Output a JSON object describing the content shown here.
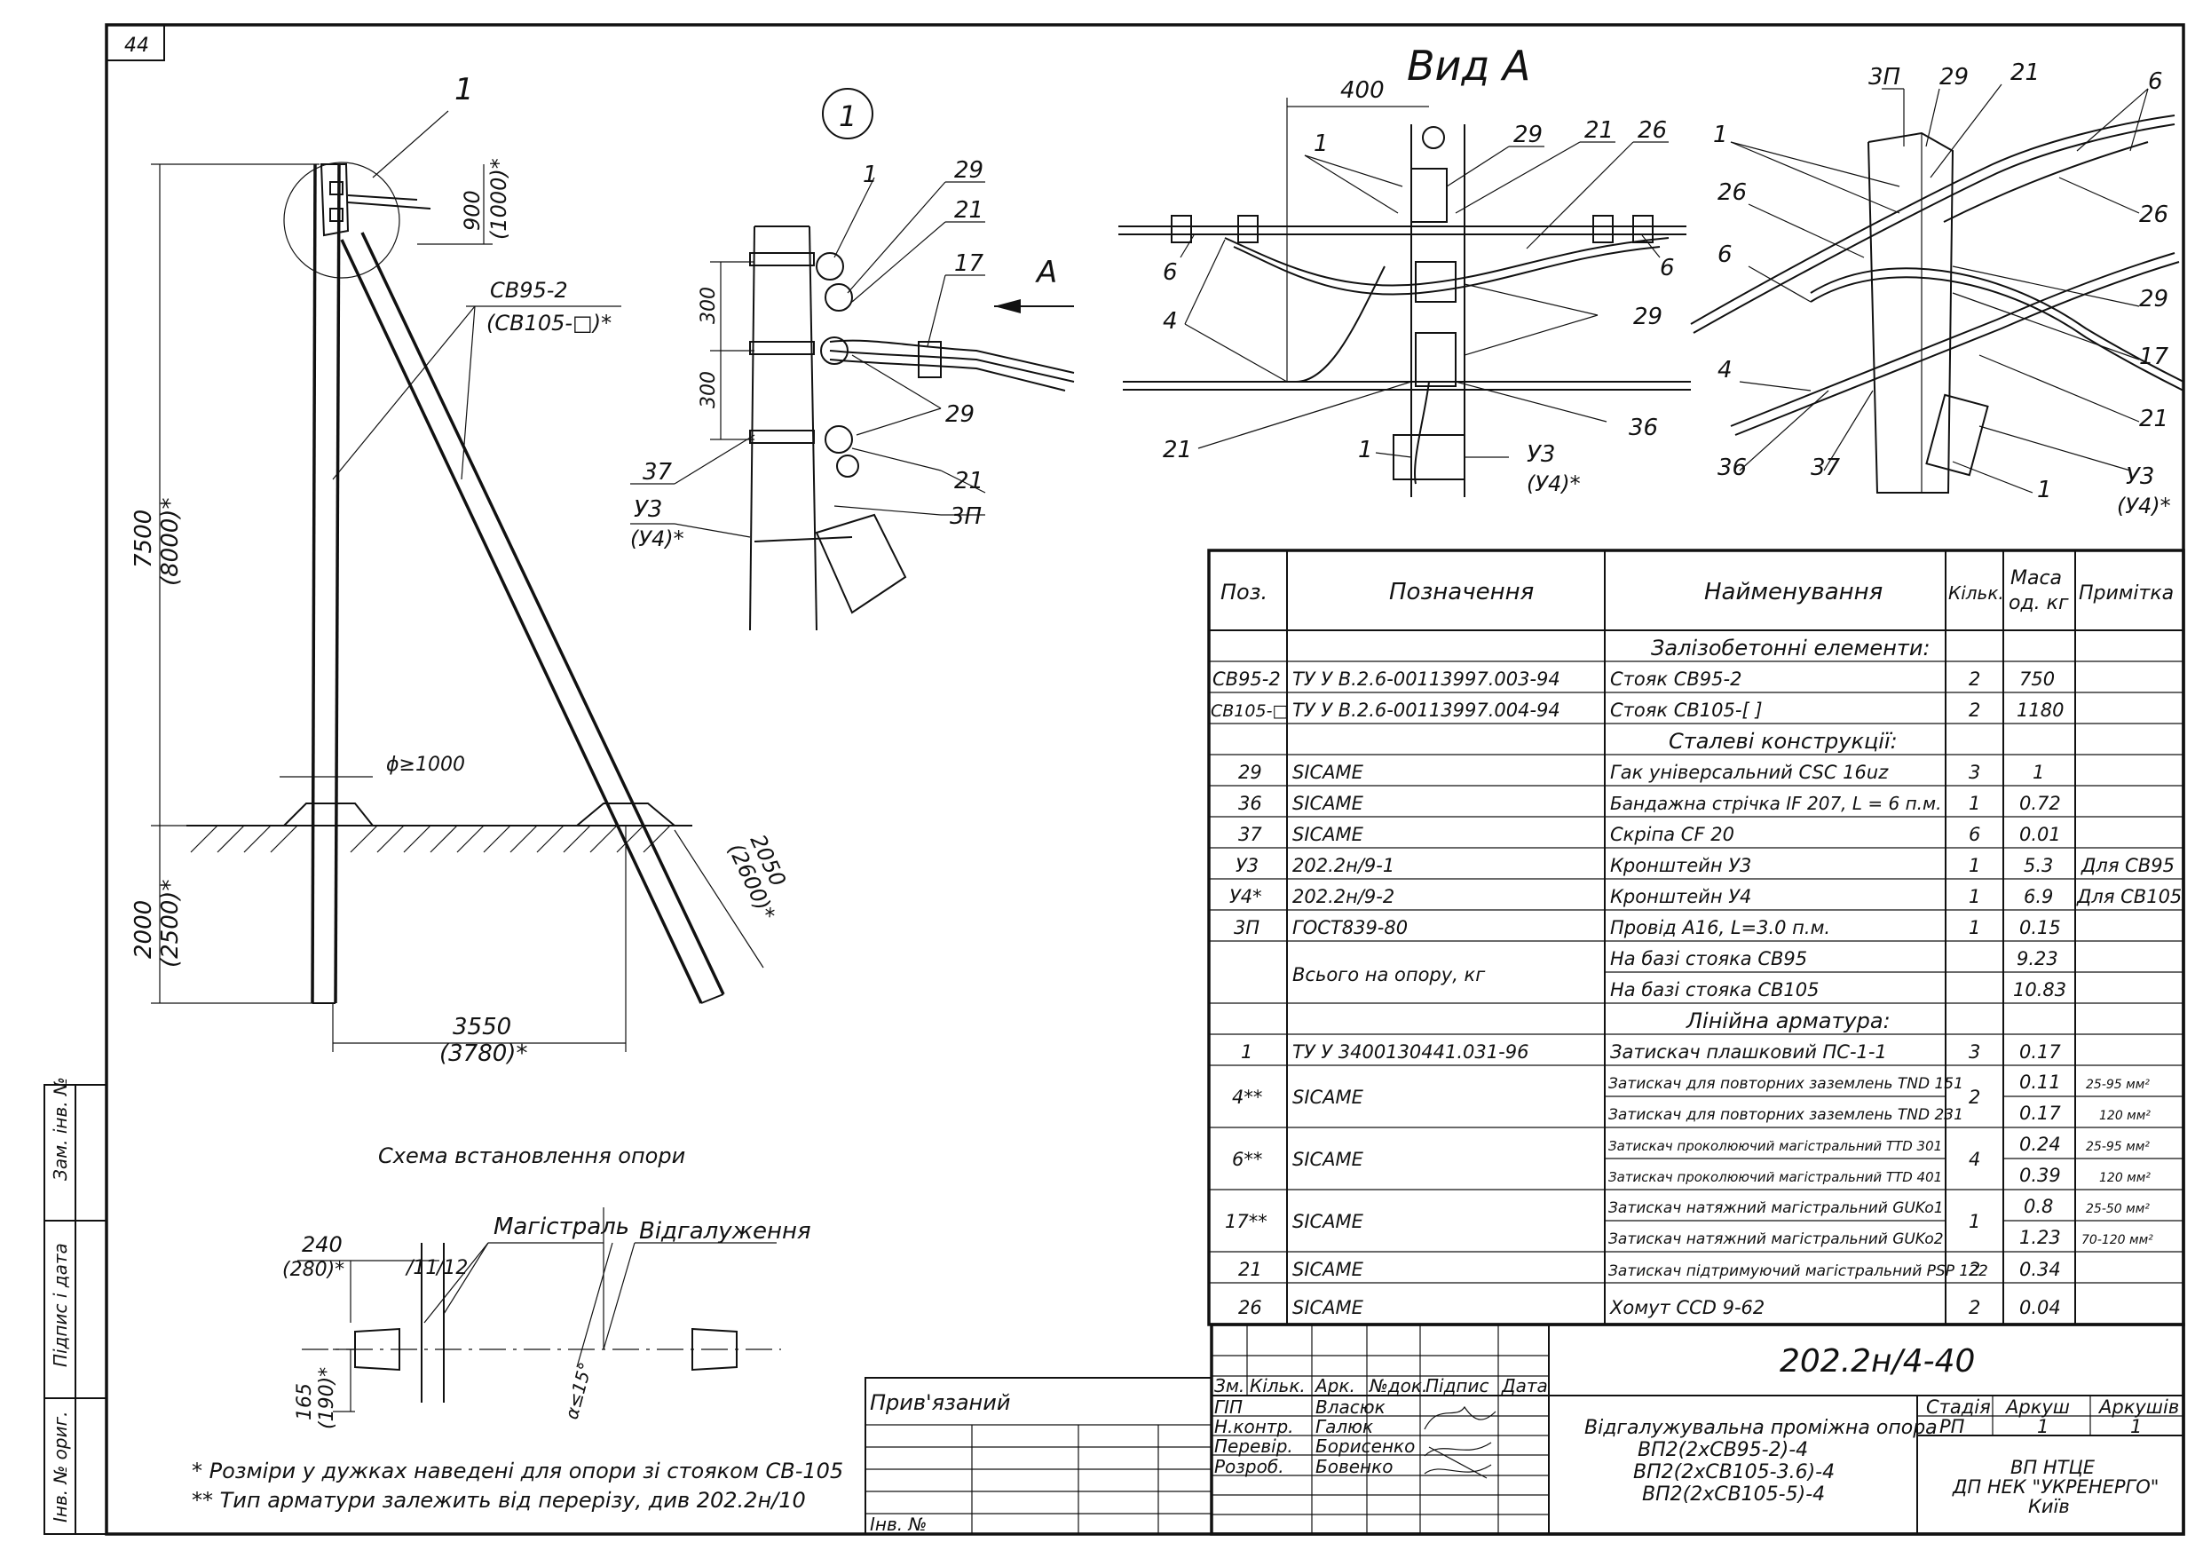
{
  "sheet_number": "44",
  "view_a_title": "Вид А",
  "callout_1": "1",
  "detail_1_label": "1",
  "arrow_a": "А",
  "scheme_caption": "Схема встановлення опори",
  "notes": [
    "* Розміри у дужках наведені для опори зі стояком СВ-105",
    "** Тип арматури залежить від перерізу, див 202.2н/10"
  ],
  "side_labels": {
    "zam_inv": "Зам. інв. №",
    "pidpys_data": "Підпис і дата",
    "inv_orig": "Інв. № ориг."
  },
  "privyazanyi": "Прив'язаний",
  "inv_no": "Інв. №",
  "main_dims": {
    "top": "900",
    "top_b": "(1000)*",
    "height": "7500",
    "height_b": "(8000)*",
    "below": "2000",
    "below_b": "(2500)*",
    "strut": "2050",
    "strut_b": "(2600)*",
    "base": "3550",
    "base_b": "(3780)*",
    "pit": "ϕ≥1000",
    "pole_label": "СВ95-2",
    "pole_label_b": "(СВ105-□)*"
  },
  "detail_dims": {
    "d1": "300",
    "d2": "300"
  },
  "detail_callouts": [
    "1",
    "29",
    "21",
    "17",
    "29",
    "21",
    "3П",
    "37",
    "У3",
    "(У4)*"
  ],
  "view_a_dims": {
    "width": "400"
  },
  "view_a_callouts": [
    "1",
    "29",
    "21",
    "26",
    "6",
    "6",
    "4",
    "29",
    "36",
    "21",
    "1",
    "У3",
    "(У4)*"
  ],
  "iso_callouts": [
    "3П",
    "29",
    "21",
    "6",
    "1",
    "26",
    "26",
    "6",
    "29",
    "4",
    "17",
    "21",
    "36",
    "37",
    "1",
    "У3",
    "(У4)*"
  ],
  "scheme": {
    "d1": "240",
    "d1_b": "(280)*",
    "d2": "165",
    "d2_b": "(190)*",
    "l1": "/11",
    "l2": "/12",
    "mag": "Магістраль",
    "vid": "Відгалуження",
    "angle": "α≤15°"
  },
  "spec": {
    "headers": {
      "poz": "Поз.",
      "pozn": "Позначення",
      "naim": "Найменування",
      "kilk": "Кільк.",
      "masa1": "Маса",
      "masa2": "од. кг",
      "prym": "Примітка"
    },
    "sections": {
      "concrete": "Залізобетонні елементи:",
      "steel": "Сталеві конструкції:",
      "fittings": "Лінійна арматура:"
    },
    "concrete_rows": [
      [
        "СВ95-2",
        "ТУ У В.2.6-00113997.003-94",
        "Стояк СВ95-2",
        "2",
        "750",
        ""
      ],
      [
        "СВ105-□",
        "ТУ У В.2.6-00113997.004-94",
        "Стояк СВ105-[   ]",
        "2",
        "1180",
        ""
      ]
    ],
    "steel_rows": [
      [
        "29",
        "SICAME",
        "Гак універсальний CSC 16uz",
        "3",
        "1",
        ""
      ],
      [
        "36",
        "SICAME",
        "Бандажна стрічка IF 207, L = 6 п.м.",
        "1",
        "0.72",
        ""
      ],
      [
        "37",
        "SICAME",
        "Скріпа CF 20",
        "6",
        "0.01",
        ""
      ],
      [
        "У3",
        "202.2н/9-1",
        "Кронштейн У3",
        "1",
        "5.3",
        "Для СВ95"
      ],
      [
        "У4*",
        "202.2н/9-2",
        "Кронштейн У4",
        "1",
        "6.9",
        "Для СВ105"
      ],
      [
        "3П",
        "ГОСТ839-80",
        "Провід А16, L=3.0 п.м.",
        "1",
        "0.15",
        ""
      ]
    ],
    "total_label": "Всього на опору, кг",
    "totals": [
      [
        "На базі стояка СВ95",
        "9.23"
      ],
      [
        "На базі стояка СВ105",
        "10.83"
      ]
    ],
    "fit_row_1": [
      "1",
      "ТУ У 3400130441.031-96",
      "Затискач плашковий ПС-1-1",
      "3",
      "0.17",
      ""
    ],
    "group_4": {
      "poz": "4**",
      "pozn": "SICAME",
      "kilk": "2",
      "rows": [
        [
          "Затискач для повторних заземлень TND 151",
          "0.11",
          "25-95 мм²"
        ],
        [
          "Затискач для повторних заземлень TND 231",
          "0.17",
          "120 мм²"
        ]
      ]
    },
    "group_6": {
      "poz": "6**",
      "pozn": "SICAME",
      "kilk": "4",
      "rows": [
        [
          "Затискач проколюючий магістральний TTD 301",
          "0.24",
          "25-95 мм²"
        ],
        [
          "Затискач проколюючий магістральний TTD 401",
          "0.39",
          "120 мм²"
        ]
      ]
    },
    "group_17": {
      "poz": "17**",
      "pozn": "SICAME",
      "kilk": "1",
      "rows": [
        [
          "Затискач натяжний магістральний GUKo1",
          "0.8",
          "25-50 мм²"
        ],
        [
          "Затискач натяжний магістральний GUKo2",
          "1.23",
          "70-120 мм²"
        ]
      ]
    },
    "tail_rows": [
      [
        "21",
        "SICAME",
        "Затискач підтримуючий магістральний PSP 122",
        "2",
        "0.34",
        ""
      ],
      [
        "26",
        "SICAME",
        "Хомут CCD 9-62",
        "2",
        "0.04",
        ""
      ]
    ]
  },
  "title_block": {
    "code": "202.2н/4-40",
    "hdr": [
      "Зм.",
      "Кільк.",
      "Арк.",
      "№док.",
      "Підпис",
      "Дата"
    ],
    "roles": [
      [
        "ГІП",
        "Власюк"
      ],
      [
        "Н.контр.",
        "Галюк"
      ],
      [
        "Перевір.",
        "Борисенко"
      ],
      [
        "Розроб.",
        "Бовенко"
      ]
    ],
    "title_lines": [
      "Відгалужувальна проміжна опора",
      "ВП2(2хСВ95-2)-4",
      "ВП2(2хСВ105-3.6)-4",
      "ВП2(2хСВ105-5)-4"
    ],
    "stage_hdr": [
      "Стадія",
      "Аркуш",
      "Аркушів"
    ],
    "stage_val": [
      "РП",
      "1",
      "1"
    ],
    "org": [
      "ВП НТЦЕ",
      "ДП НЕК \"УКРЕНЕРГО\"",
      "Київ"
    ]
  }
}
